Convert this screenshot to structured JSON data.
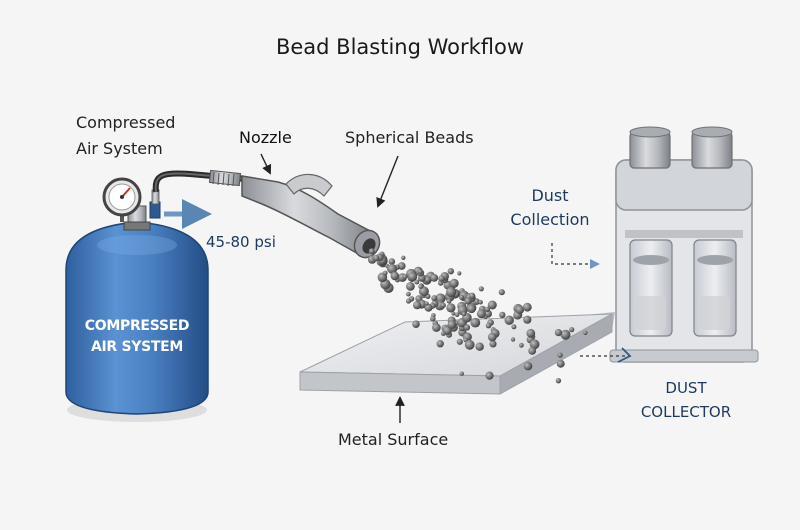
{
  "title": "Bead Blasting Workflow",
  "labels": {
    "compressed_air_line1": "Compressed",
    "compressed_air_line2": "Air System",
    "nozzle": "Nozzle",
    "spherical_beads": "Spherical Beads",
    "dust_collection_line1": "Dust",
    "dust_collection_line2": "Collection",
    "pressure": "45-80 psi",
    "tank_line1": "COMPRESSED",
    "tank_line2": "AIR SYSTEM",
    "metal_surface": "Metal Surface",
    "dust_collector_line1": "DUST",
    "dust_collector_line2": "COLLECTOR"
  },
  "colors": {
    "tank": "#4a7fc0",
    "arrow_blue": "#5a86b5",
    "label_blue": "#1d3a5c",
    "bead": "#5a5a5a"
  }
}
